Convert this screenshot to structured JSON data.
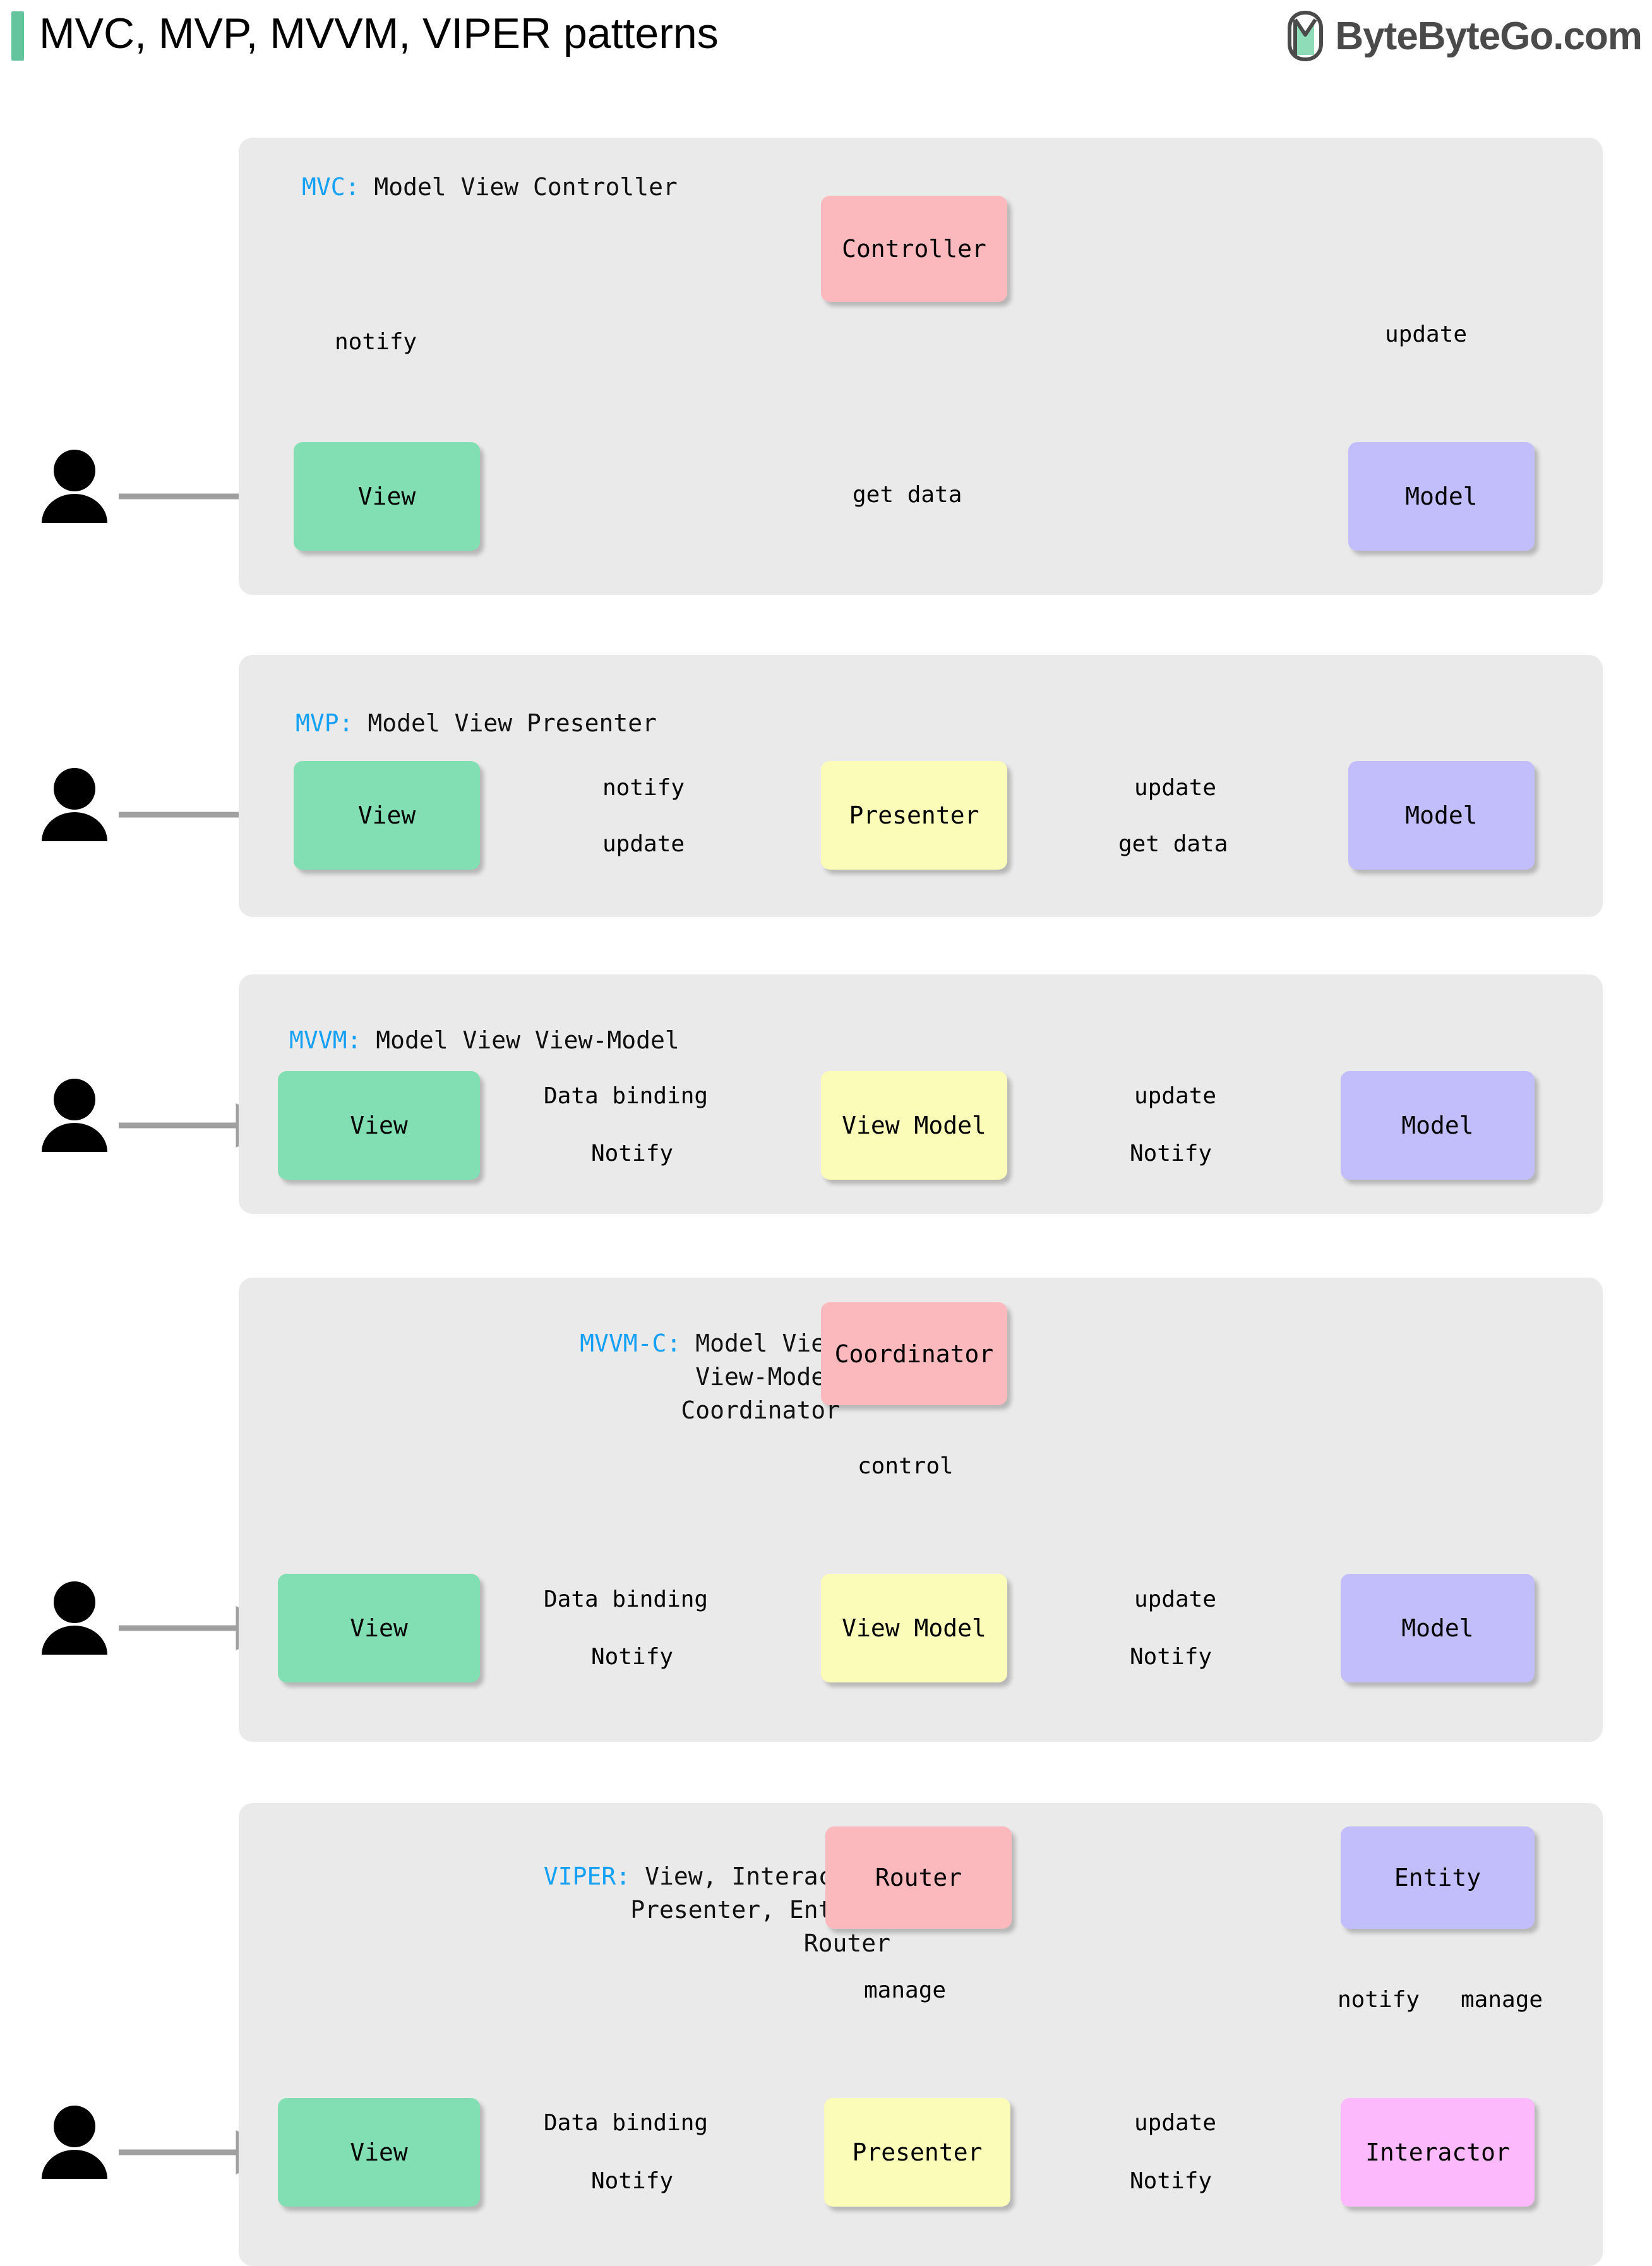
{
  "header": {
    "title": "MVC, MVP, MVVM, VIPER patterns",
    "brand": "ByteByteGo.com",
    "accent_color": "#63c49d",
    "brand_text_color": "#4a4a4a"
  },
  "colors": {
    "panel_bg": "#eaeaea",
    "page_bg": "#ffffff",
    "keyword_blue": "#14a0f5",
    "view_green": "#82dfb4",
    "controller_red": "#fcb9bd",
    "model_purple": "#c2bdfb",
    "viewmodel_yellow": "#fcfcb9",
    "interactor_pink": "#fcb9fb",
    "arrow_gray": "#a0a0a0"
  },
  "panels": [
    {
      "id": "mvc",
      "keyword": "MVC:",
      "title_rest": " Model View Controller",
      "nodes": [
        {
          "name": "view",
          "label": "View"
        },
        {
          "name": "controller",
          "label": "Controller"
        },
        {
          "name": "model",
          "label": "Model"
        }
      ],
      "edges": [
        {
          "name": "user-to-view",
          "label": ""
        },
        {
          "name": "view-to-controller",
          "label": "notify"
        },
        {
          "name": "controller-to-model",
          "label": "update"
        },
        {
          "name": "model-to-view",
          "label": "get data"
        }
      ]
    },
    {
      "id": "mvp",
      "keyword": "MVP:",
      "title_rest": " Model View Presenter",
      "nodes": [
        {
          "name": "view",
          "label": "View"
        },
        {
          "name": "presenter",
          "label": "Presenter"
        },
        {
          "name": "model",
          "label": "Model"
        }
      ],
      "edges": [
        {
          "name": "user-to-view",
          "label": ""
        },
        {
          "name": "view-to-presenter",
          "label": "notify"
        },
        {
          "name": "presenter-to-view",
          "label": "update"
        },
        {
          "name": "presenter-to-model",
          "label": "update"
        },
        {
          "name": "model-to-presenter",
          "label": "get data"
        }
      ]
    },
    {
      "id": "mvvm",
      "keyword": "MVVM:",
      "title_rest": " Model View View-Model",
      "nodes": [
        {
          "name": "view",
          "label": "View"
        },
        {
          "name": "view-model",
          "label": "View Model"
        },
        {
          "name": "model",
          "label": "Model"
        }
      ],
      "edges": [
        {
          "name": "user-to-view",
          "label": ""
        },
        {
          "name": "view-to-viewmodel",
          "label": "Data binding"
        },
        {
          "name": "viewmodel-to-view",
          "label": "Notify"
        },
        {
          "name": "viewmodel-to-model",
          "label": "update"
        },
        {
          "name": "model-to-viewmodel",
          "label": "Notify"
        }
      ]
    },
    {
      "id": "mvvm-c",
      "keyword": "MVVM-C:",
      "title_lines": [
        " Model View",
        "View-Model",
        "Coordinator"
      ],
      "nodes": [
        {
          "name": "coordinator",
          "label": "Coordinator"
        },
        {
          "name": "view",
          "label": "View"
        },
        {
          "name": "view-model",
          "label": "View Model"
        },
        {
          "name": "model",
          "label": "Model"
        }
      ],
      "edges": [
        {
          "name": "coordinator-to-group",
          "label": "control"
        },
        {
          "name": "user-to-view",
          "label": ""
        },
        {
          "name": "view-to-viewmodel",
          "label": "Data binding"
        },
        {
          "name": "viewmodel-to-view",
          "label": "Notify"
        },
        {
          "name": "viewmodel-to-model",
          "label": "update"
        },
        {
          "name": "model-to-viewmodel",
          "label": "Notify"
        }
      ]
    },
    {
      "id": "viper",
      "keyword": "VIPER:",
      "title_lines": [
        " View, Interactor,",
        "Presenter, Entity,",
        "Router"
      ],
      "nodes": [
        {
          "name": "router",
          "label": "Router"
        },
        {
          "name": "entity",
          "label": "Entity"
        },
        {
          "name": "view",
          "label": "View"
        },
        {
          "name": "presenter",
          "label": "Presenter"
        },
        {
          "name": "interactor",
          "label": "Interactor"
        }
      ],
      "edges": [
        {
          "name": "router-to-presenter",
          "label": "manage"
        },
        {
          "name": "entity-to-interactor",
          "label": "notify"
        },
        {
          "name": "interactor-to-entity",
          "label": "manage"
        },
        {
          "name": "user-to-view",
          "label": ""
        },
        {
          "name": "view-to-presenter",
          "label": "Data binding"
        },
        {
          "name": "presenter-to-view",
          "label": "Notify"
        },
        {
          "name": "presenter-to-interactor",
          "label": "update"
        },
        {
          "name": "interactor-to-presenter",
          "label": "Notify"
        }
      ]
    }
  ]
}
